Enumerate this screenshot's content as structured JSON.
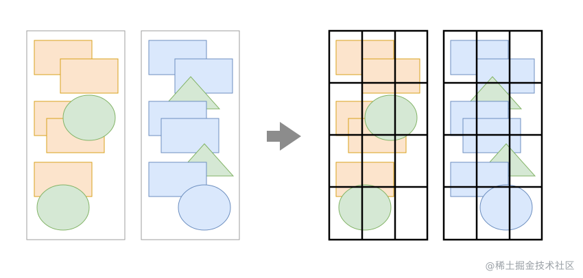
{
  "colors": {
    "orange_fill": "#fce4cc",
    "orange_stroke": "#d9a21b",
    "blue_fill": "#dae8fc",
    "blue_stroke": "#6c8ebf",
    "green_fill": "#d5e8d4",
    "green_stroke": "#82b366",
    "panel_stroke": "#9e9e9e",
    "grid_stroke": "#000000",
    "arrow": "#8c8c8c",
    "watermark": "#9aa0a6"
  },
  "shapes": {
    "left_panel_orange": [
      "rectangle",
      "rectangle",
      "rectangle",
      "rectangle",
      "ellipse",
      "rectangle",
      "ellipse"
    ],
    "right_panel_blue": [
      "rectangle",
      "rectangle",
      "triangle",
      "rectangle",
      "rectangle",
      "triangle",
      "rectangle",
      "ellipse"
    ]
  },
  "grid": {
    "rows": 4,
    "cols": 3
  },
  "arrow_icon": "right-arrow-icon",
  "watermark": {
    "text": "@稀土掘金技术社区"
  }
}
